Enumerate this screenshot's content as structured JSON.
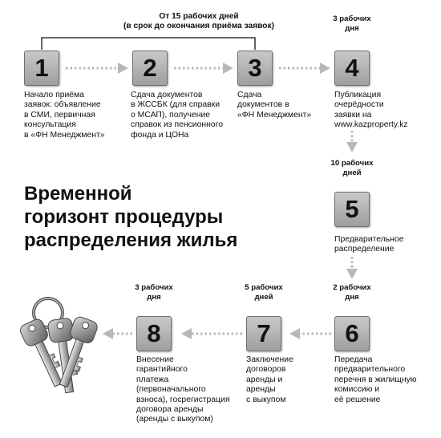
{
  "top_note": {
    "line1": "От 15 рабочих дней",
    "line2": "(в срок до окончания приёма заявок)"
  },
  "title": {
    "line1": "Временной",
    "line2": "горизонт процедуры",
    "line3": "распределения жилья"
  },
  "steps": [
    {
      "num": "1",
      "lines": [
        "Начало приёма",
        "заявок: объявление",
        "в СМИ, первичная",
        "консультация",
        "в «ФН Менеджмент»"
      ]
    },
    {
      "num": "2",
      "lines": [
        "Сдача документов",
        "в ЖССБК (для справки",
        "о МСАП), получение",
        "справок из пенсионного",
        "фонда и ЦОНа"
      ]
    },
    {
      "num": "3",
      "lines": [
        "Сдача",
        "документов в",
        "«ФН Менеджмент»"
      ]
    },
    {
      "num": "4",
      "lines": [
        "Публикация",
        "очерёдности",
        "заявки на",
        "www.kazproperty.kz"
      ]
    },
    {
      "num": "5",
      "lines": [
        "Предварительное",
        "распределение"
      ]
    },
    {
      "num": "6",
      "lines": [
        "Передача",
        "предварительного",
        "перечня в жилищную",
        "комиссию и",
        "её решение"
      ]
    },
    {
      "num": "7",
      "lines": [
        "Заключение",
        "договоров",
        "аренды и",
        "аренды",
        "с выкупом"
      ]
    },
    {
      "num": "8",
      "lines": [
        "Внесение",
        "гарантийного",
        "платежа",
        "(первоначального",
        "взноса), госрегистрация",
        "договора аренды",
        "(аренды с выкупом)"
      ]
    }
  ],
  "durations": {
    "step4": [
      "3 рабочих",
      "дня"
    ],
    "step5": [
      "10 рабочих",
      "дней"
    ],
    "step6": [
      "2 рабочих",
      "дня"
    ],
    "step7": [
      "5 рабочих",
      "дней"
    ],
    "step8": [
      "3 рабочих",
      "дня"
    ]
  },
  "colors": {
    "box": "#b0b0b0",
    "arrow": "#b8b8b8",
    "text": "#111111"
  },
  "icons": {
    "illustration": "keys-icon"
  }
}
